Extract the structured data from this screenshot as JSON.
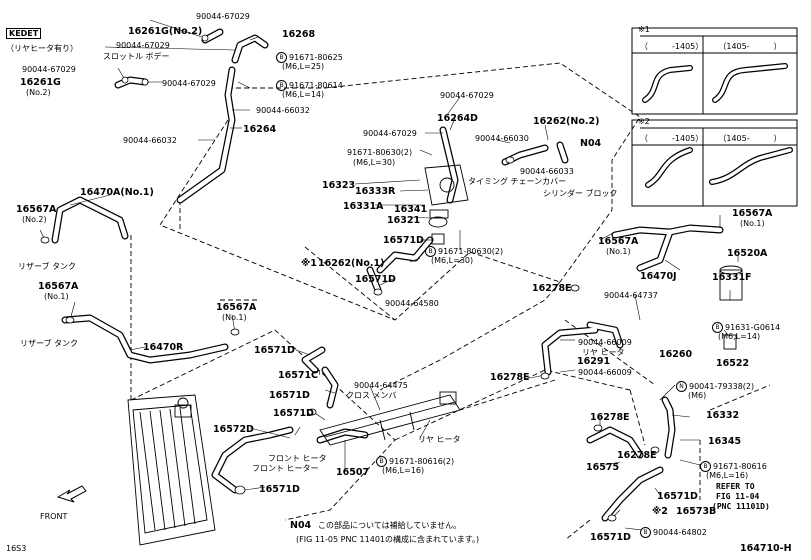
{
  "header": {
    "model_code": "KEDET",
    "model_note": "（リヤヒータ有り）"
  },
  "variant_table": {
    "mark1": "※1",
    "mark2": "※2",
    "col1": "（　　　-1405）",
    "col2": "（1405-　　　）"
  },
  "labels": [
    {
      "id": "l1",
      "text": "90044-67029"
    },
    {
      "id": "l2",
      "text": "16261G(No.2)"
    },
    {
      "id": "l3",
      "text": "16268"
    },
    {
      "id": "l4",
      "text": "90044-67029"
    },
    {
      "id": "l5",
      "text": "スロットル ボデー"
    },
    {
      "id": "l6",
      "text": "91671-80625"
    },
    {
      "id": "l7",
      "text": "(M6,L=25)"
    },
    {
      "id": "l8",
      "text": "90044-67029"
    },
    {
      "id": "l9",
      "text": "16261G"
    },
    {
      "id": "l10",
      "text": "(No.2)"
    },
    {
      "id": "l11",
      "text": "90044-67029"
    },
    {
      "id": "l12",
      "text": "91671-80614"
    },
    {
      "id": "l13",
      "text": "(M6,L=14)"
    },
    {
      "id": "l14",
      "text": "90044-66032"
    },
    {
      "id": "l15",
      "text": "16264"
    },
    {
      "id": "l16",
      "text": "90044-66032"
    },
    {
      "id": "l17",
      "text": "90044-67029"
    },
    {
      "id": "l18",
      "text": "90044-67029"
    },
    {
      "id": "l19",
      "text": "16264D"
    },
    {
      "id": "l20",
      "text": "16262(No.2)"
    },
    {
      "id": "l21",
      "text": "90044-66030"
    },
    {
      "id": "l22",
      "text": "N04"
    },
    {
      "id": "l23",
      "text": "91671-80630(2)"
    },
    {
      "id": "l24",
      "text": "(M6,L=30)"
    },
    {
      "id": "l25",
      "text": "90044-66033"
    },
    {
      "id": "l26",
      "text": "タイミング チェーンカバー"
    },
    {
      "id": "l27",
      "text": "16323"
    },
    {
      "id": "l28",
      "text": "16333R"
    },
    {
      "id": "l29",
      "text": "シリンダー ブロック"
    },
    {
      "id": "l30",
      "text": "16331A"
    },
    {
      "id": "l31",
      "text": "16341"
    },
    {
      "id": "l32",
      "text": "16321"
    },
    {
      "id": "l33",
      "text": "16571D"
    },
    {
      "id": "l34",
      "text": "91671-80630(2)"
    },
    {
      "id": "l35",
      "text": "(M6,L=30)"
    },
    {
      "id": "l36",
      "text": "※1"
    },
    {
      "id": "l37",
      "text": "16262(No.1)"
    },
    {
      "id": "l38",
      "text": "16571D"
    },
    {
      "id": "l39",
      "text": "90044-64580"
    },
    {
      "id": "l40",
      "text": "16470A(No.1)"
    },
    {
      "id": "l41",
      "text": "16567A"
    },
    {
      "id": "l42",
      "text": "(No.2)"
    },
    {
      "id": "l43",
      "text": "リザーブ タンク"
    },
    {
      "id": "l44",
      "text": "16567A"
    },
    {
      "id": "l45",
      "text": "(No.1)"
    },
    {
      "id": "l46",
      "text": "リザーブ タンク"
    },
    {
      "id": "l47",
      "text": "16470R"
    },
    {
      "id": "l48",
      "text": "16567A"
    },
    {
      "id": "l49",
      "text": "(No.1)"
    },
    {
      "id": "l50",
      "text": "16571D"
    },
    {
      "id": "l51",
      "text": "16571C"
    },
    {
      "id": "l52",
      "text": "90044-64475"
    },
    {
      "id": "l53",
      "text": "クロス メンバ"
    },
    {
      "id": "l54",
      "text": "16571D"
    },
    {
      "id": "l55",
      "text": "16571D"
    },
    {
      "id": "l56",
      "text": "16572D"
    },
    {
      "id": "l57",
      "text": "リヤ ヒータ"
    },
    {
      "id": "l58",
      "text": "フロント ヒータ"
    },
    {
      "id": "l59",
      "text": "フロント ヒーター"
    },
    {
      "id": "l60",
      "text": "91671-80616(2)"
    },
    {
      "id": "l61",
      "text": "(M6,L=16)"
    },
    {
      "id": "l62",
      "text": "16507"
    },
    {
      "id": "l63",
      "text": "16571D"
    },
    {
      "id": "l64",
      "text": "16567A"
    },
    {
      "id": "l65",
      "text": "(No.1)"
    },
    {
      "id": "l66",
      "text": "16470J"
    },
    {
      "id": "l67",
      "text": "16278E"
    },
    {
      "id": "l68",
      "text": "90044-64737"
    },
    {
      "id": "l69",
      "text": "16567A"
    },
    {
      "id": "l70",
      "text": "(No.1)"
    },
    {
      "id": "l71",
      "text": "16520A"
    },
    {
      "id": "l72",
      "text": "16331F"
    },
    {
      "id": "l73",
      "text": "91631-G0614"
    },
    {
      "id": "l74",
      "text": "(M6,L=14)"
    },
    {
      "id": "l75",
      "text": "16522"
    },
    {
      "id": "l76",
      "text": "90044-66009"
    },
    {
      "id": "l77",
      "text": "リヤ ヒータ"
    },
    {
      "id": "l78",
      "text": "16291"
    },
    {
      "id": "l79",
      "text": "90044-66009"
    },
    {
      "id": "l80",
      "text": "16260"
    },
    {
      "id": "l81",
      "text": "16278E"
    },
    {
      "id": "l82",
      "text": "90041-79338(2)"
    },
    {
      "id": "l83",
      "text": "(M6)"
    },
    {
      "id": "l84",
      "text": "16278E"
    },
    {
      "id": "l85",
      "text": "16332"
    },
    {
      "id": "l86",
      "text": "16345"
    },
    {
      "id": "l87",
      "text": "16278E"
    },
    {
      "id": "l88",
      "text": "16575"
    },
    {
      "id": "l89",
      "text": "91671-80616"
    },
    {
      "id": "l90",
      "text": "(M6,L=16)"
    },
    {
      "id": "l91",
      "text": "REFER TO"
    },
    {
      "id": "l92",
      "text": "FIG 11-04"
    },
    {
      "id": "l93",
      "text": "(PNC 11101D)"
    },
    {
      "id": "l94",
      "text": "16571D"
    },
    {
      "id": "l95",
      "text": "16573B"
    },
    {
      "id": "l96",
      "text": "※2"
    },
    {
      "id": "l97",
      "text": "16571D"
    },
    {
      "id": "l98",
      "text": "90044-64802"
    },
    {
      "id": "l99",
      "text": "FRONT"
    }
  ],
  "footer": {
    "note_code": "N04",
    "note_line1": "この部品については補給していません。",
    "note_line2": "(FIG 11-05 PNC 11401の構成に含まれています。)",
    "page_left": "16S3",
    "page_right": "164710-H"
  },
  "callout_marks": {
    "B": "B",
    "N": "N"
  }
}
